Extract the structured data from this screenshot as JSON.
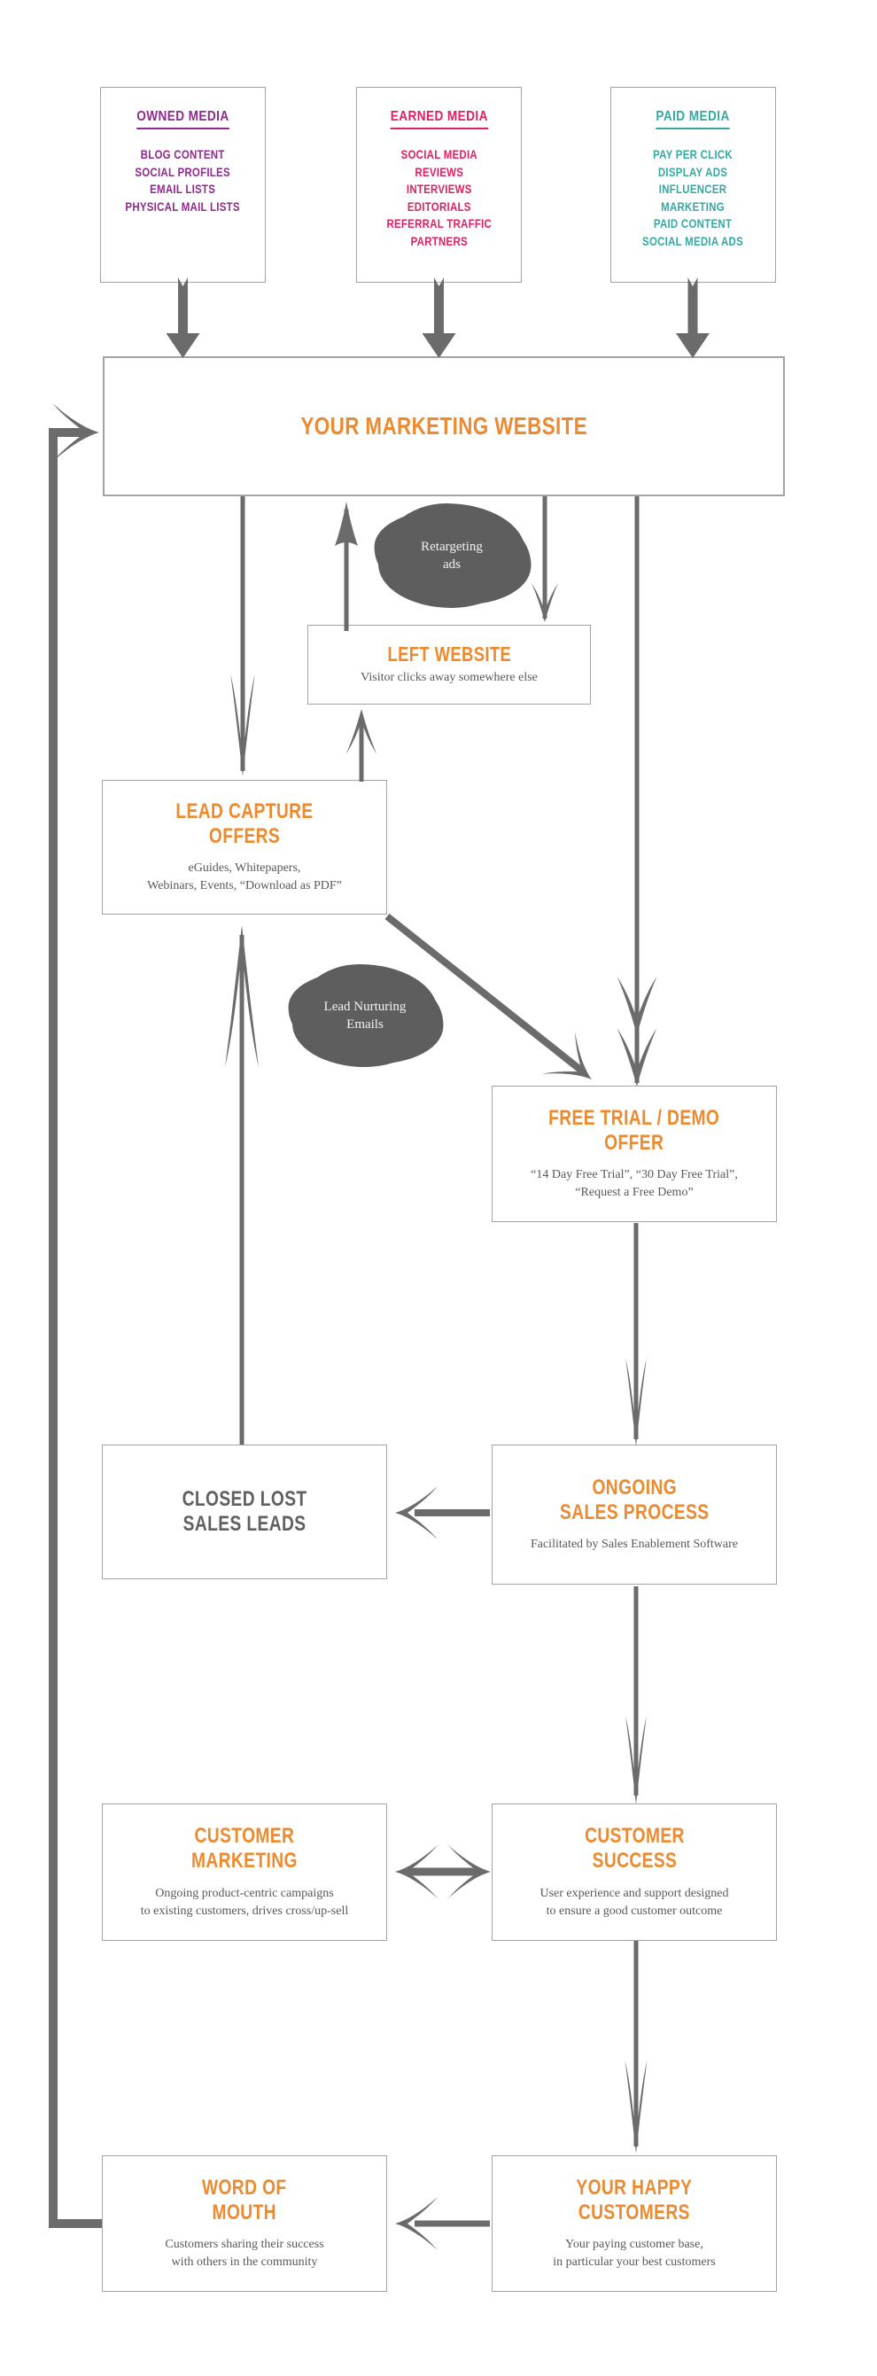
{
  "palette": {
    "orange": "#EC8A2F",
    "purple": "#8E2A8B",
    "pink": "#DD2160",
    "teal": "#35A8A2",
    "gray_title": "#606060",
    "subtitle_gray": "#58595B",
    "arrow_gray": "#6B6B6B",
    "box_border": "#A3A3A3",
    "blob_gray": "#5E5E5E"
  },
  "media_columns": [
    {
      "title": "OWNED MEDIA",
      "items": "BLOG CONTENT\nSOCIAL PROFILES\nEMAIL LISTS\nPHYSICAL MAIL LISTS",
      "color": "#8E2A8B"
    },
    {
      "title": "EARNED MEDIA",
      "items": "SOCIAL MEDIA\nREVIEWS\nINTERVIEWS\nEDITORIALS\nREFERRAL  TRAFFIC\nPARTNERS",
      "color": "#DD2160"
    },
    {
      "title": "PAID MEDIA",
      "items": "PAY PER CLICK\nDISPLAY ADS\nINFLUENCER\nMARKETING\nPAID CONTENT\nSOCIAL MEDIA ADS",
      "color": "#35A8A2"
    }
  ],
  "nodes": {
    "website": {
      "title": "YOUR MARKETING WEBSITE"
    },
    "left_website": {
      "title": "LEFT WEBSITE",
      "subtitle": "Visitor clicks away somewhere else"
    },
    "lead_capture": {
      "title": "LEAD CAPTURE\nOFFERS",
      "subtitle": "eGuides, Whitepapers,\nWebinars, Events, “Download as PDF”"
    },
    "free_trial": {
      "title": "FREE TRIAL / DEMO\nOFFER",
      "subtitle": "“14 Day Free Trial”, “30 Day Free Trial”,\n“Request a Free Demo”"
    },
    "closed_lost": {
      "title": "CLOSED LOST\nSALES LEADS"
    },
    "ongoing_sales": {
      "title": "ONGOING\nSALES PROCESS",
      "subtitle": "Facilitated by Sales Enablement Software"
    },
    "customer_marketing": {
      "title": "CUSTOMER\nMARKETING",
      "subtitle": "Ongoing product-centric campaigns\nto existing customers, drives cross/up-sell"
    },
    "customer_success": {
      "title": "CUSTOMER\nSUCCESS",
      "subtitle": "User experience and support designed\nto ensure a good customer outcome"
    },
    "word_of_mouth": {
      "title": "WORD OF\nMOUTH",
      "subtitle": "Customers sharing their success\nwith others in the community"
    },
    "happy_customers": {
      "title": "YOUR HAPPY\nCUSTOMERS",
      "subtitle": "Your paying customer base,\nin particular your best customers"
    }
  },
  "annotations": {
    "retargeting": {
      "label": "Retargeting\nads"
    },
    "lead_nurturing": {
      "label": "Lead Nurturing\nEmails"
    }
  }
}
